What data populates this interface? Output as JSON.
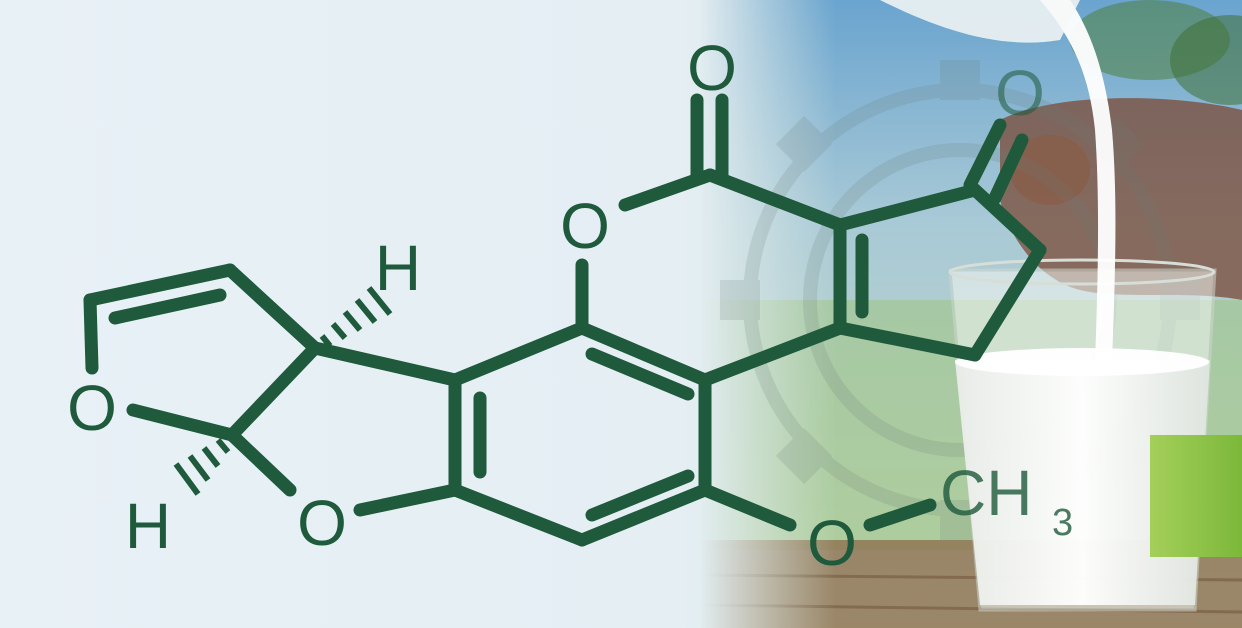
{
  "molecule": {
    "atoms": {
      "o_carbonyl": "O",
      "o_ring_top": "O",
      "o_ketone": "O",
      "h_top": "H",
      "h_bottom": "H",
      "o_furan_left": "O",
      "o_furan_bottom": "O",
      "o_methoxy": "O",
      "ch3_c": "CH",
      "ch3_sub": "3"
    },
    "bond_color": "#1e5a3b"
  },
  "background": {
    "left_color": "#e6f0f5",
    "photo_subject": "milk-pouring-into-glass",
    "accent_color": "#7fbf3f"
  }
}
